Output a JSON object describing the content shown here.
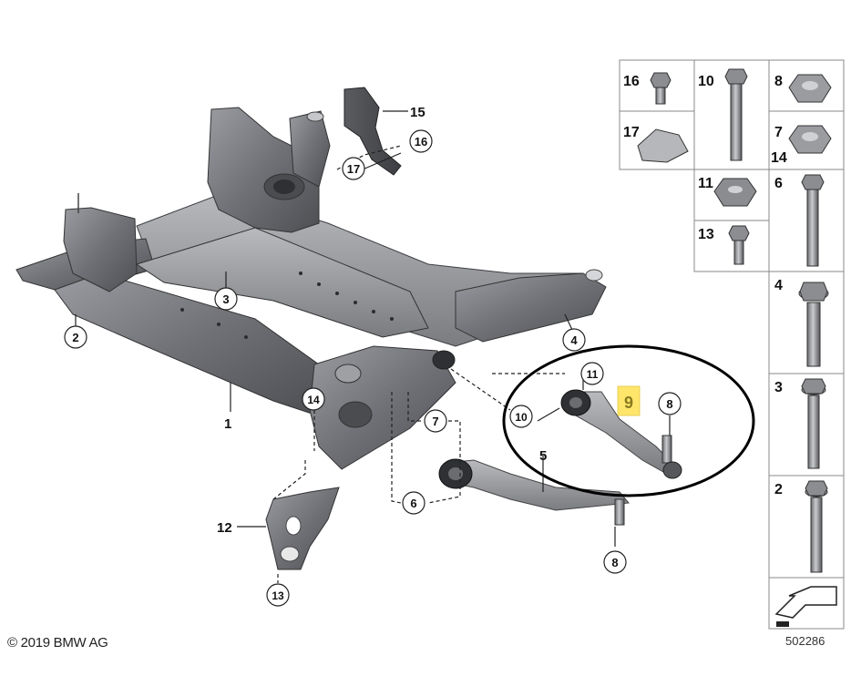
{
  "diagram": {
    "callouts": {
      "c1": "1",
      "c2": "2",
      "c3": "3",
      "c4": "4",
      "c5": "5",
      "c6": "6",
      "c7": "7",
      "c8a": "8",
      "c8b": "8",
      "c9": "9",
      "c10": "10",
      "c11": "11",
      "c12": "12",
      "c13": "13",
      "c14": "14",
      "c15": "15",
      "c16": "16",
      "c17": "17"
    },
    "highlight_color": "#ffe66b",
    "ellipse_color": "#000000"
  },
  "parts_grid": {
    "cells": {
      "p16": "16",
      "p10": "10",
      "p8": "8",
      "p17": "17",
      "p7": "7",
      "p14": "14",
      "p11": "11",
      "p6": "6",
      "p13": "13",
      "p4": "4",
      "p3": "3",
      "p2": "2"
    }
  },
  "footer": {
    "copyright": "© 2019 BMW AG",
    "doc_number": "502286"
  }
}
